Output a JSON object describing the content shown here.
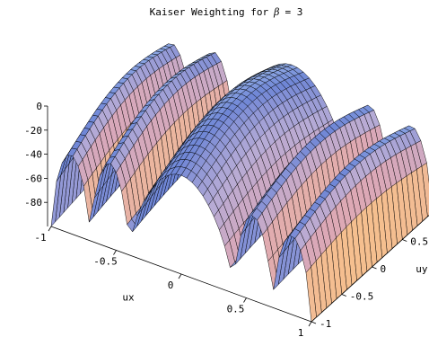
{
  "chart_data": {
    "type": "surface3d",
    "title": "Kaiser   Weighting   for   β  =  3",
    "title_parts": {
      "prefix": "Kaiser   Weighting   for",
      "symbol": "β",
      "suffix": "=  3"
    },
    "xlabel": "ux",
    "ylabel": "uy",
    "zlabel": "",
    "xlim": [
      -1,
      1
    ],
    "ylim": [
      -1,
      1
    ],
    "zlim": [
      -100,
      0
    ],
    "x_ticks": [
      {
        "value": -1,
        "label": "-1"
      },
      {
        "value": -0.5,
        "label": "-0.5"
      },
      {
        "value": 0,
        "label": "0"
      },
      {
        "value": 0.5,
        "label": "0.5"
      },
      {
        "value": 1,
        "label": "1"
      }
    ],
    "y_ticks": [
      {
        "value": -1,
        "label": "-1"
      },
      {
        "value": -0.5,
        "label": "-0.5"
      },
      {
        "value": 0,
        "label": "0"
      },
      {
        "value": 0.5,
        "label": "0.5"
      }
    ],
    "z_ticks": [
      {
        "value": 0,
        "label": "0"
      },
      {
        "value": -20,
        "label": "-20"
      },
      {
        "value": -40,
        "label": "-40"
      },
      {
        "value": -60,
        "label": "-60"
      },
      {
        "value": -80,
        "label": "-80"
      }
    ],
    "ridges": [
      {
        "center_ux": -0.85,
        "half_width": 0.15,
        "peak_db": -20
      },
      {
        "center_ux": -0.55,
        "half_width": 0.15,
        "peak_db": -14
      },
      {
        "center_ux": 0.0,
        "half_width": 0.4,
        "peak_db": 0
      },
      {
        "center_ux": 0.55,
        "half_width": 0.15,
        "peak_db": -14
      },
      {
        "center_ux": 0.85,
        "half_width": 0.15,
        "peak_db": -20
      }
    ],
    "mesh_resolution": {
      "ux": 48,
      "uy": 24
    },
    "colors": {
      "pale_blue": "#a8c6f0",
      "mid_blue": "#6f86d6",
      "dark_blue": "#242a8a",
      "lavender": "#b6abd6",
      "pink": "#dca8b6",
      "orange": "#fbc486",
      "edge_line": "#000000"
    }
  }
}
